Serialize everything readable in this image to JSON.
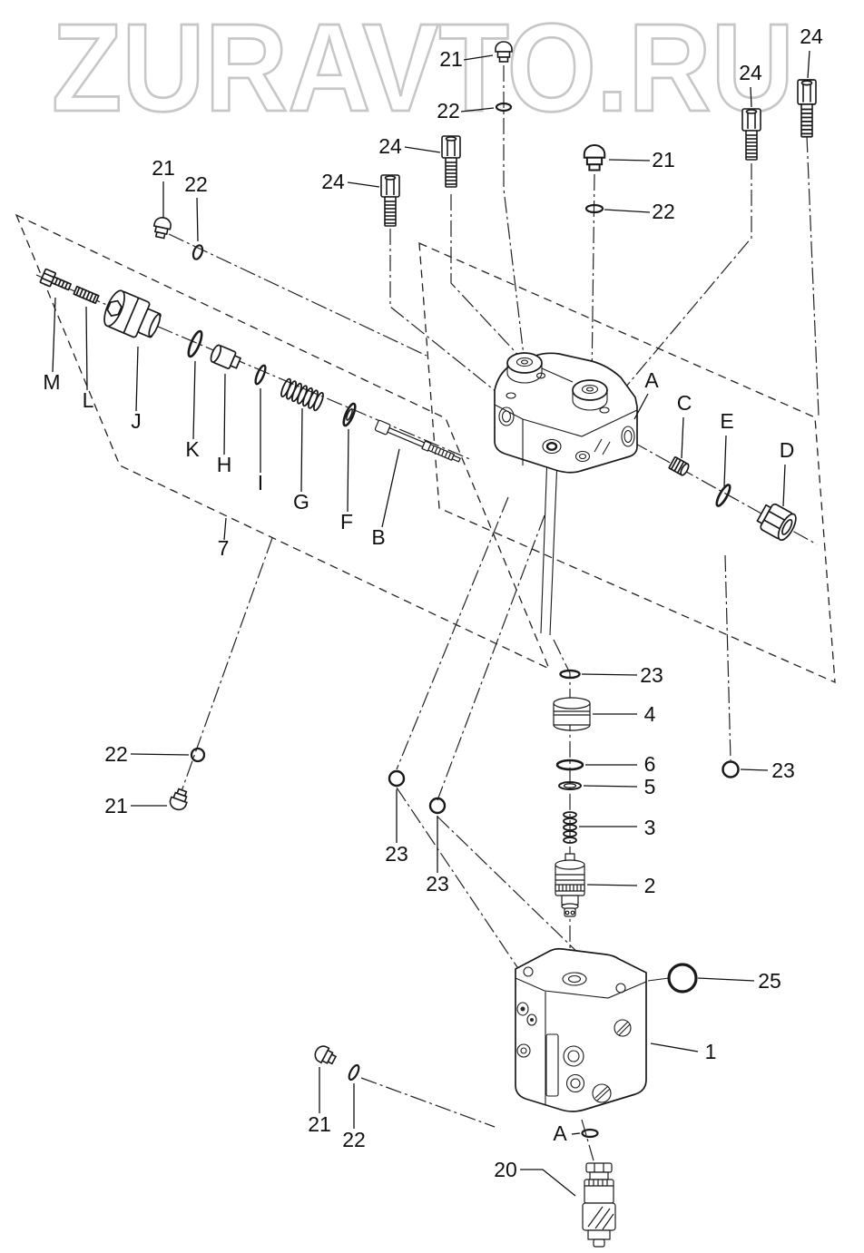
{
  "watermark": {
    "text": "ZURAVTO.RU"
  },
  "callouts": {
    "n1": "1",
    "n2": "2",
    "n3": "3",
    "n4": "4",
    "n5": "5",
    "n6": "6",
    "n7": "7",
    "n20": "20",
    "n21": "21",
    "n22": "22",
    "n23": "23",
    "n24": "24",
    "n25": "25"
  },
  "refs": {
    "A": "A",
    "B": "B",
    "C": "C",
    "D": "D",
    "E": "E",
    "F": "F",
    "G": "G",
    "H": "H",
    "I": "I",
    "J": "J",
    "K": "K",
    "L": "L",
    "M": "M"
  }
}
